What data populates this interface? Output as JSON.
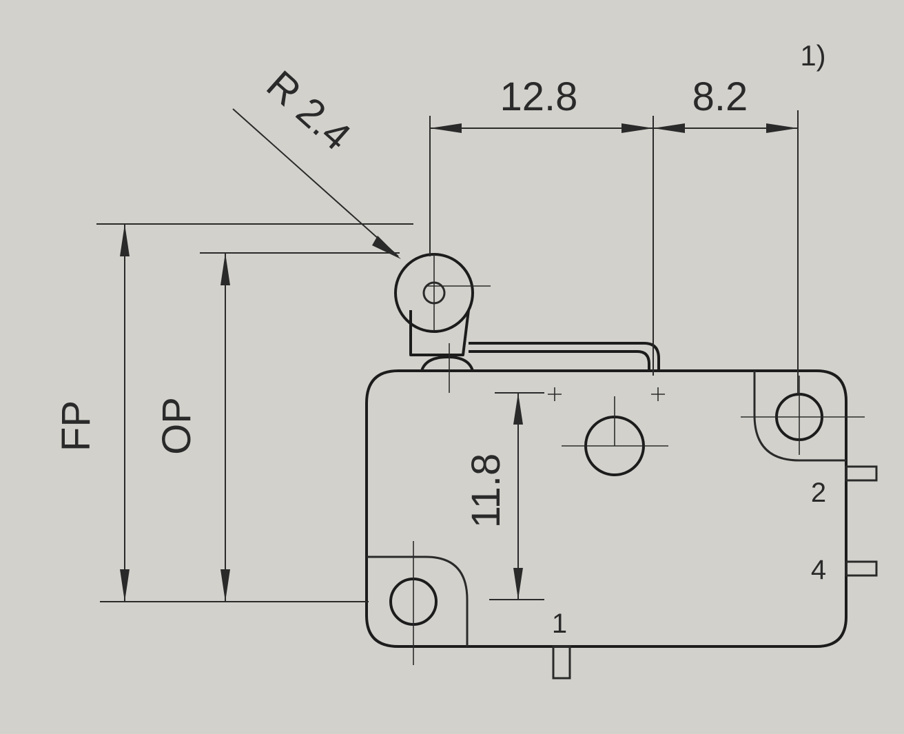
{
  "dimensions": {
    "radius": "R 2.4",
    "width_a": "12.8",
    "width_b": "8.2",
    "height": "11.8",
    "note_ref": "1)"
  },
  "position_labels": {
    "free_position": "FP",
    "operating_position": "OP"
  },
  "terminals": {
    "t1": "1",
    "t2": "2",
    "t4": "4"
  },
  "colors": {
    "paper": "#d2d1cc",
    "ink": "#2a2a2a"
  }
}
